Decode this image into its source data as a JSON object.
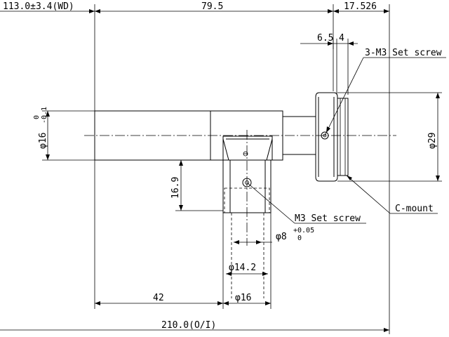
{
  "dimensions": {
    "wd": "113.0±3.4(WD)",
    "d_79_5": "79.5",
    "d_17_526": "17.526",
    "d_6_5": "6.5",
    "d_4": "4",
    "phi16": "φ16",
    "tol_upper": "0",
    "tol_lower": "-0.1",
    "phi29": "φ29",
    "d_16_9": "16.9",
    "phi8": "φ8",
    "phi8_tol_upper": "+0.05",
    "phi8_tol_lower": "0",
    "phi14_2": "φ14.2",
    "d_42": "42",
    "phi16_bottom": "φ16",
    "d_210": "210.0(O/I)"
  },
  "callouts": {
    "set_screw_3m3": "3-M3 Set screw",
    "set_screw_m3": "M3 Set screw",
    "c_mount": "C-mount"
  }
}
